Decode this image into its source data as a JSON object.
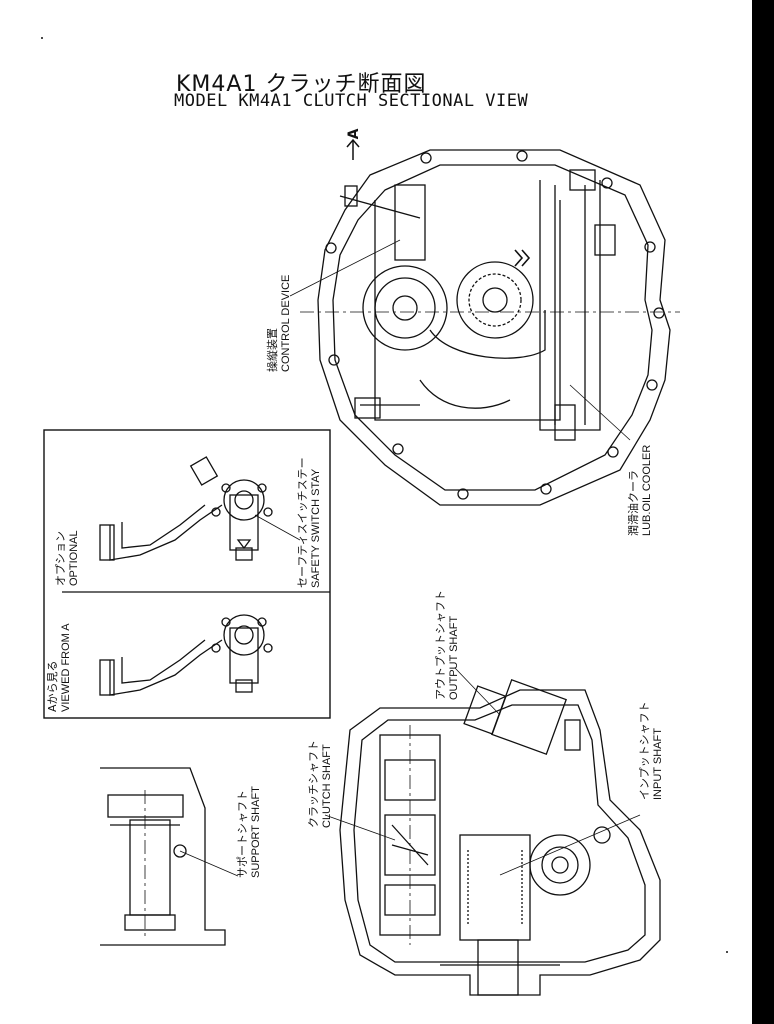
{
  "title": {
    "japanese": "KM4A1 クラッチ断面図",
    "english": "MODEL KM4A1 CLUTCH SECTIONAL VIEW"
  },
  "view_marker": {
    "letter": "A"
  },
  "labels": {
    "control_device": {
      "jp": "操縦装置",
      "en": "CONTROL DEVICE"
    },
    "lub_oil_cooler": {
      "jp": "潤滑油クーラ",
      "en": "LUB.OIL COOLER"
    },
    "safety_switch_stay": {
      "jp": "セーフティスイッチステー",
      "en": "SAFETY SWITCH STAY"
    },
    "optional": {
      "jp": "オプション",
      "en": "OPTIONAL"
    },
    "viewed_from_a": {
      "jp": "Aから見る",
      "en": "VIEWED FROM A"
    },
    "output_shaft": {
      "jp": "アウトプットシャフト",
      "en": "OUTPUT SHAFT"
    },
    "input_shaft": {
      "jp": "インプットシャフト",
      "en": "INPUT SHAFT"
    },
    "clutch_shaft": {
      "jp": "クラッチシャフト",
      "en": "CLUTCH SHAFT"
    },
    "support_shaft": {
      "jp": "サポートシャフト",
      "en": "SUPPORT SHAFT"
    }
  },
  "colors": {
    "ink": "#111111",
    "paper": "#ffffff",
    "border": "#000000"
  }
}
